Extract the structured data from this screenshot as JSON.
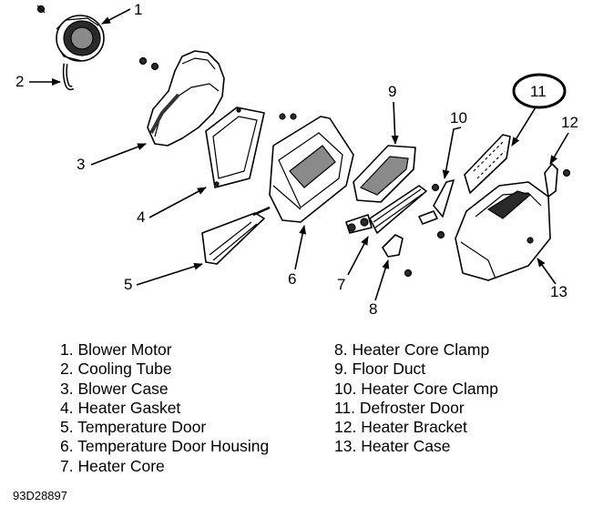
{
  "callouts": [
    "1",
    "2",
    "3",
    "4",
    "5",
    "6",
    "7",
    "8",
    "9",
    "10",
    "11",
    "12",
    "13"
  ],
  "legend_left": [
    "1. Blower Motor",
    "2. Cooling Tube",
    "3. Blower Case",
    "4. Heater Gasket",
    "5. Temperature Door",
    "6. Temperature Door Housing",
    "7. Heater Core"
  ],
  "legend_right": [
    "8. Heater Core Clamp",
    "9. Floor Duct",
    "10. Heater Core Clamp",
    "11. Defroster Door",
    "12. Heater Bracket",
    "13. Heater Case"
  ],
  "figure_id": "93D28897"
}
